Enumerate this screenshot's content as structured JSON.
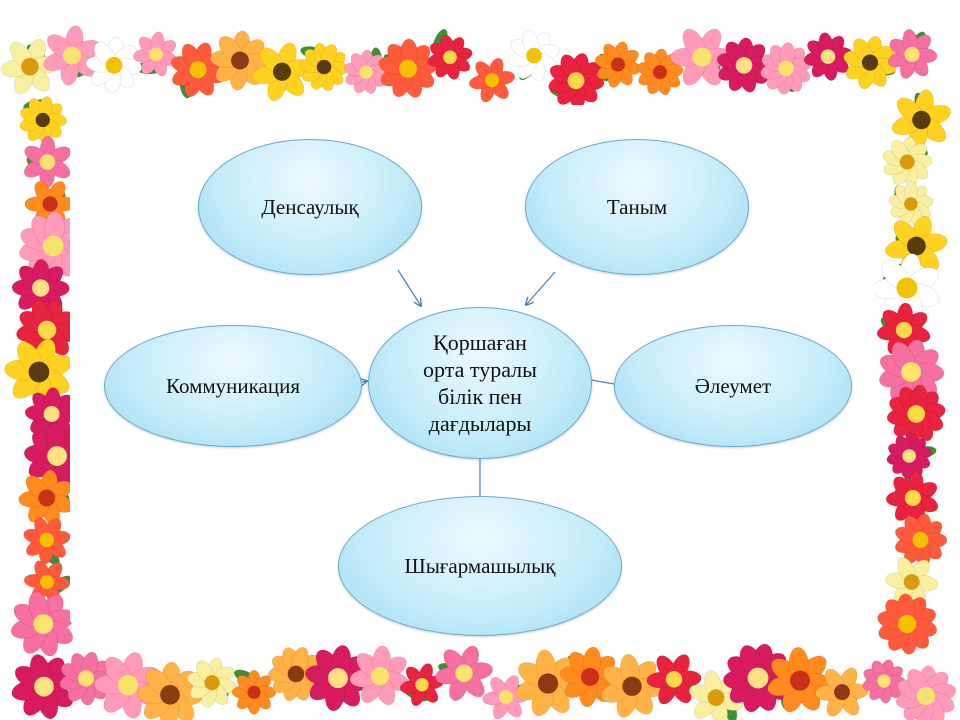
{
  "diagram": {
    "center": [
      "Қоршаған",
      "орта туралы",
      "білік пен",
      "дағдылары"
    ],
    "nodes": {
      "top_left": "Денсаулық",
      "top_right": "Таным",
      "left": "Коммуникация",
      "right": "Әлеумет",
      "bottom": "Шығармашылық"
    }
  },
  "colors": {
    "node_fill": "#c6ecfa",
    "node_border": "#6fa9c8",
    "arrow": "#4a7fb5"
  }
}
